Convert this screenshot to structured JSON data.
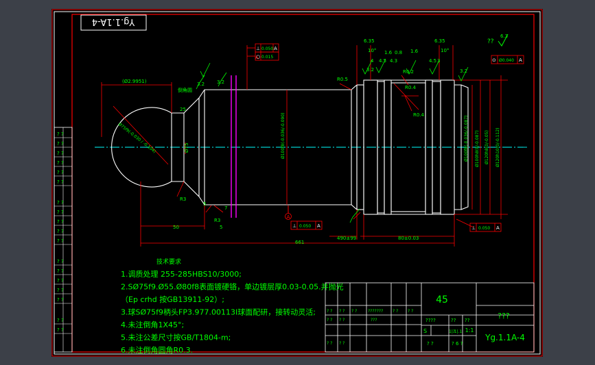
{
  "drawing": {
    "corner_code": "Yg.1.1A-4",
    "roughness_corner": "??",
    "roughness_corner_value": "6.3",
    "colors": {
      "background": "#3c4048",
      "paper": "#000000",
      "frame": "#ff0000",
      "outline": "#ffffff",
      "dimension": "#ff0000",
      "text": "#00ff00",
      "centerline": "#00ffff",
      "magenta": "#ff00ff",
      "tolerance": "#ffff00"
    }
  },
  "dims": {
    "d_outer": "(Ø2.9951)",
    "neck_label": "倒角圆",
    "ball_sphere": "Ø75f9(-0.030 / -0.104)",
    "d75": "Ø75",
    "r3a": "R3",
    "r3b": "R3",
    "d_shaft": "Ø100f8(-0.036/-0.090)",
    "d_r1": "Ø100f8(-0.036/-0.087)",
    "d_r2": "Ø100h8(0/-0.087)",
    "d_r3": "Ø120h8(0/-0.05)",
    "d_r4": "Ø120h10(0/-0.112)",
    "len_50": "50",
    "len_5": "5",
    "len_661": "661",
    "len_490": "490±99",
    "len_80": "80±0.03",
    "r05": "R0.5",
    "r04a": "R0.4",
    "r04b": "R0.4",
    "r02": "R0.2",
    "rough_635a": "6.35",
    "rough_635b": "6.35",
    "rough_10a": "10°",
    "rough_10b": "10°",
    "rough_1_6": "1.6",
    "rough_0_8": "0.8",
    "rough_1_6b": "1.6",
    "rough_32a": "3.2",
    "rough_32b": "3.2",
    "rough_32c": "3.2",
    "rough_32d": "3.2",
    "n_45a": "4.5",
    "n_45b": "4.5",
    "n_43": "4.3",
    "n_4": "4",
    "n_3": "3",
    "n_25": "25",
    "n_5b": "5",
    "n_7": "7",
    "ref_a1": "A",
    "ref_a2": "A"
  },
  "tolerances": {
    "fcf1_sym": "⊥",
    "fcf1_val": "0.050",
    "fcf1_ref": "A",
    "fcf2_sym": "○",
    "fcf2_val": "0.015",
    "fcf3_sym": "⊥",
    "fcf3_val": "0.050",
    "fcf3_ref": "A",
    "fcf4_sym": "⊥",
    "fcf4_val": "0.050",
    "fcf4_ref": "A",
    "fcf5_sym": "⊙",
    "fcf5_val": "Ø0.040",
    "fcf5_ref": "A"
  },
  "notes": {
    "title": "技术要求",
    "items": [
      "1.调质处理 255-285HBS10/3000;",
      "2.SØ75f9.Ø55.Ø80f8表面镀硬铬，单边镀层厚0.03-0.05.并抛光",
      "（Ep crhd 按GB13911-92）;",
      "3.球SØ75f9柄头FP3.977.00113I球面配研，接转动灵活;",
      "4.未注倒角1X45°;",
      "5.未注公差尺寸按GB/T1804-m;",
      "6.未注倒角圆角R0.3."
    ]
  },
  "title_block": {
    "material": "45",
    "drawing_no": "Yg.1.1A-4",
    "name": "???",
    "scale": "1:1",
    "s_label": "S",
    "cell_a": "????",
    "cell_b": "??",
    "cell_c": "??",
    "cell_d": "1|.1|.1",
    "cell_e": "?",
    "cell_f": "?  ?",
    "cell_g": "?  6 ?",
    "row_a": [
      "? ?",
      "? ?",
      "? ?",
      "???????",
      "? ?",
      "? ?"
    ],
    "row_b": [
      "? ?",
      "? ?",
      "???"
    ],
    "row_c": [
      "? ?",
      "? ?"
    ]
  },
  "left_strip": {
    "labels": [
      "? ?",
      "? ?",
      "? ?",
      "? ?",
      "? ?",
      "? ?",
      "? ?",
      "? ?",
      "? ?",
      "? ?",
      "? ?",
      "? ?",
      "? ?",
      "? ?",
      "? ?",
      "? ?",
      "? ?",
      "? ?"
    ]
  }
}
